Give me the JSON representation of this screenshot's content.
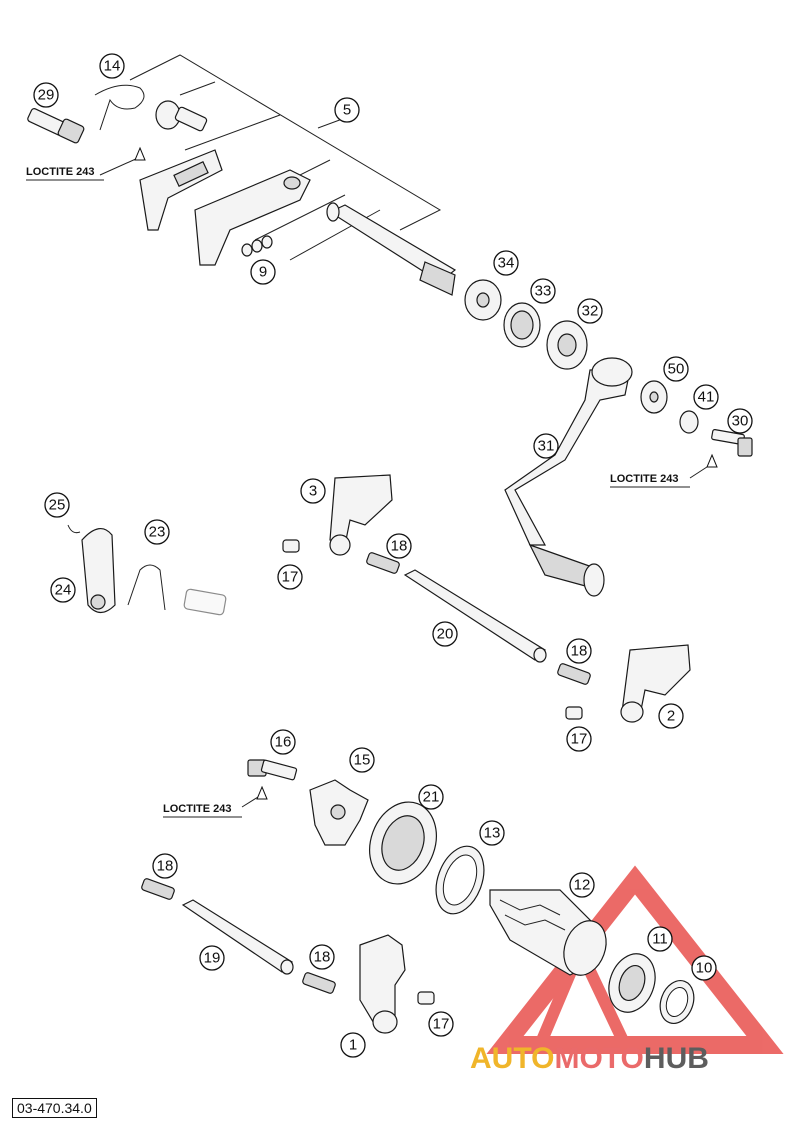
{
  "document_number": "03-470.34.0",
  "callouts": [
    "14",
    "29",
    "5",
    "9",
    "34",
    "33",
    "32",
    "50",
    "41",
    "30",
    "31",
    "3",
    "18",
    "25",
    "23",
    "24",
    "17",
    "20",
    "18",
    "2",
    "17",
    "16",
    "15",
    "21",
    "13",
    "12",
    "11",
    "10",
    "18",
    "19",
    "18",
    "1",
    "17"
  ],
  "loctite_labels": [
    "LOCTITE 243",
    "LOCTITE 243",
    "LOCTITE 243"
  ],
  "watermark": {
    "part1": "AUTO",
    "part2": "MOTO",
    "part3": "HUB"
  },
  "colors": {
    "watermark_red": "#e53935",
    "watermark_yellow": "#f0b52a",
    "watermark_gray": "#5d5d5d",
    "ink": "#111111"
  }
}
